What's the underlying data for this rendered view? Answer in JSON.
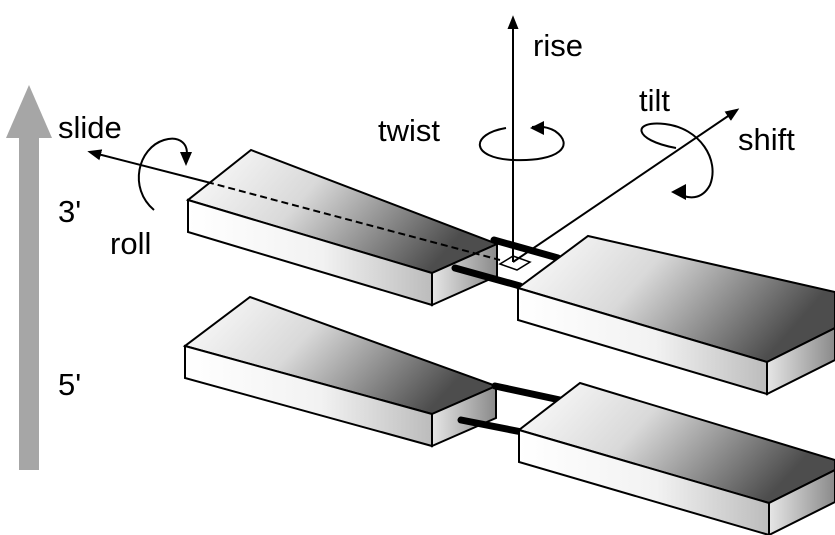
{
  "labels": {
    "rise": "rise",
    "slide": "slide",
    "shift": "shift",
    "tilt": "tilt",
    "roll": "roll",
    "twist": "twist"
  },
  "strand_labels": {
    "top": "3'",
    "bottom": "5'"
  },
  "colors": {
    "direction_arrow": "#a6a6a6",
    "block_top_light": "#ffffff",
    "block_top_dark": "#505050",
    "outline": "#000000"
  }
}
